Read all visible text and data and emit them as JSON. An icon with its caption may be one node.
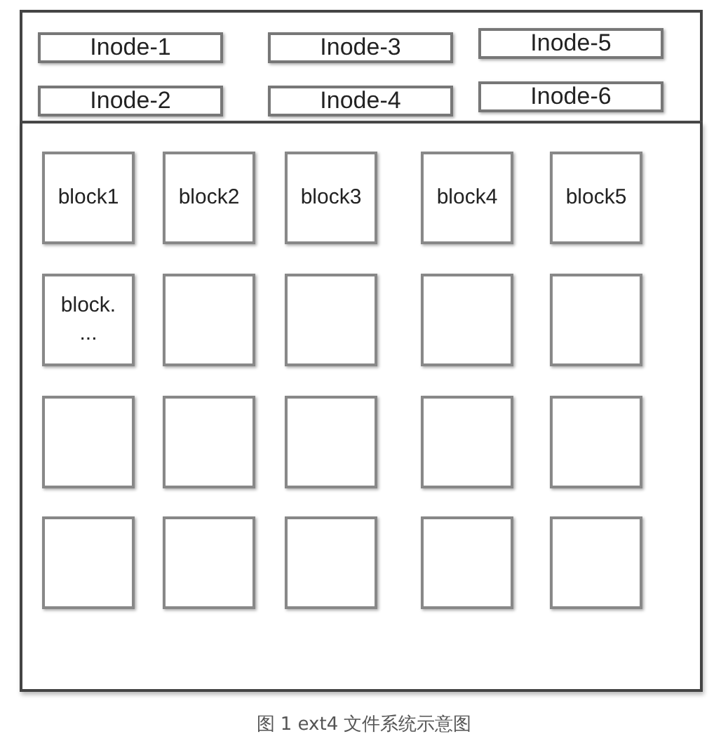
{
  "diagram": {
    "caption": "图 1 ext4 文件系统示意图",
    "nodes": [
      {
        "text": [],
        "shape": "box"
      },
      {
        "text": [],
        "shape": "box"
      },
      {
        "text": [
          "Inode-1"
        ],
        "in": 0
      },
      {
        "text": [
          "Inode-3"
        ],
        "in": 0
      },
      {
        "text": [
          "Inode-5"
        ],
        "in": 0
      },
      {
        "text": [
          "Inode-2"
        ],
        "in": 0
      },
      {
        "text": [
          "Inode-4"
        ],
        "in": 0
      },
      {
        "text": [
          "Inode-6"
        ],
        "in": 0
      },
      {
        "text": [
          "block1"
        ],
        "in": 1
      },
      {
        "text": [
          "block2"
        ],
        "in": 1
      },
      {
        "text": [
          "block3"
        ],
        "in": 1
      },
      {
        "text": [
          "block4"
        ],
        "in": 1
      },
      {
        "text": [
          "block5"
        ],
        "in": 1
      },
      {
        "text": [
          "block. ..."
        ],
        "in": 1
      },
      {
        "text": [],
        "shape": "box",
        "in": 1
      },
      {
        "text": [],
        "shape": "box",
        "in": 1
      },
      {
        "text": [],
        "shape": "box",
        "in": 1
      },
      {
        "text": [],
        "shape": "box",
        "in": 1
      },
      {
        "text": [],
        "shape": "box",
        "in": 1
      },
      {
        "text": [],
        "shape": "box",
        "in": 1
      },
      {
        "text": [],
        "shape": "box",
        "in": 1
      },
      {
        "text": [],
        "shape": "box",
        "in": 1
      },
      {
        "text": [],
        "shape": "box",
        "in": 1
      },
      {
        "text": [],
        "shape": "box",
        "in": 1
      },
      {
        "text": [],
        "shape": "box",
        "in": 1
      },
      {
        "text": [],
        "shape": "box",
        "in": 1
      },
      {
        "text": [],
        "shape": "box",
        "in": 1
      },
      {
        "text": [],
        "shape": "box",
        "in": 1
      }
    ]
  }
}
